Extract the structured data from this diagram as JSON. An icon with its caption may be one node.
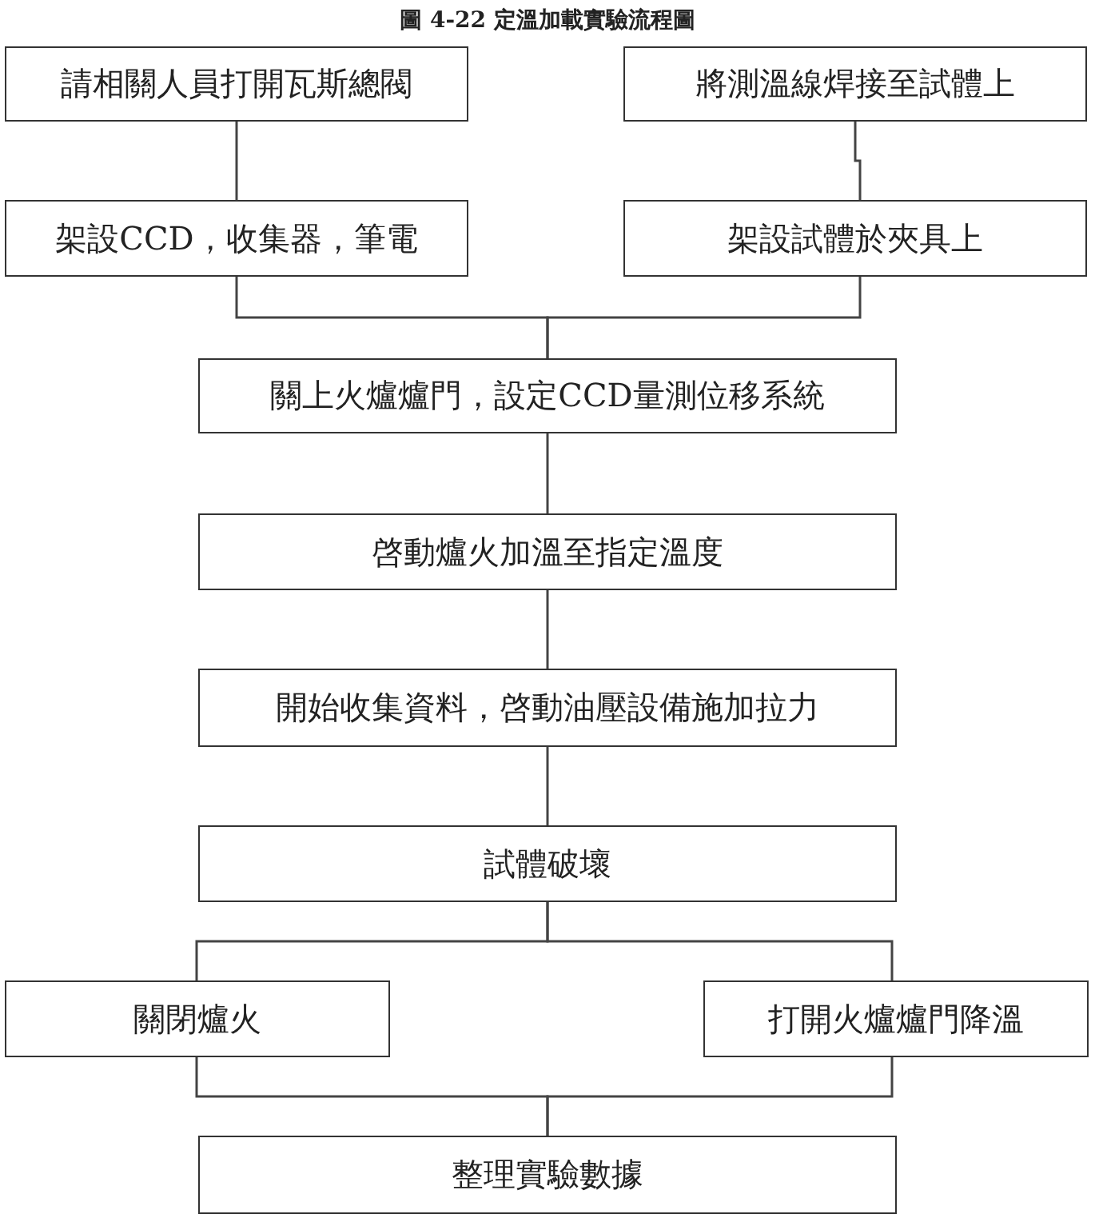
{
  "diagram": {
    "title": "圖 4-22 定溫加載實驗流程圖",
    "nodes": [
      {
        "text": [
          "請相關人員打開瓦斯總閥"
        ]
      },
      {
        "text": [
          "將測溫線焊接至試體上"
        ]
      },
      {
        "text": [
          "架設CCD，收集器，筆電"
        ]
      },
      {
        "text": [
          "架設試體於夾具上"
        ]
      },
      {
        "text": [
          "關上火爐爐門，設定CCD量測位移系統"
        ]
      },
      {
        "text": [
          "啓動爐火加溫至指定溫度"
        ]
      },
      {
        "text": [
          "開始收集資料，啓動油壓設備施加拉力"
        ]
      },
      {
        "text": [
          "試體破壞"
        ]
      },
      {
        "text": [
          "關閉爐火"
        ]
      },
      {
        "text": [
          "打開火爐爐門降溫"
        ]
      },
      {
        "text": [
          "整理實驗數據"
        ]
      }
    ],
    "edges": [
      {
        "from": 0,
        "to": 2,
        "arrow": "none"
      },
      {
        "from": 1,
        "to": 3,
        "arrow": "none"
      },
      {
        "from": 2,
        "to": 4,
        "arrow": "none"
      },
      {
        "from": 3,
        "to": 4,
        "arrow": "none"
      },
      {
        "from": 4,
        "to": 5,
        "arrow": "none"
      },
      {
        "from": 5,
        "to": 6,
        "arrow": "none"
      },
      {
        "from": 6,
        "to": 7,
        "arrow": "none"
      },
      {
        "from": 7,
        "to": 8,
        "arrow": "none"
      },
      {
        "from": 7,
        "to": 9,
        "arrow": "none"
      },
      {
        "from": 8,
        "to": 10,
        "arrow": "none"
      },
      {
        "from": 9,
        "to": 10,
        "arrow": "none"
      }
    ]
  }
}
